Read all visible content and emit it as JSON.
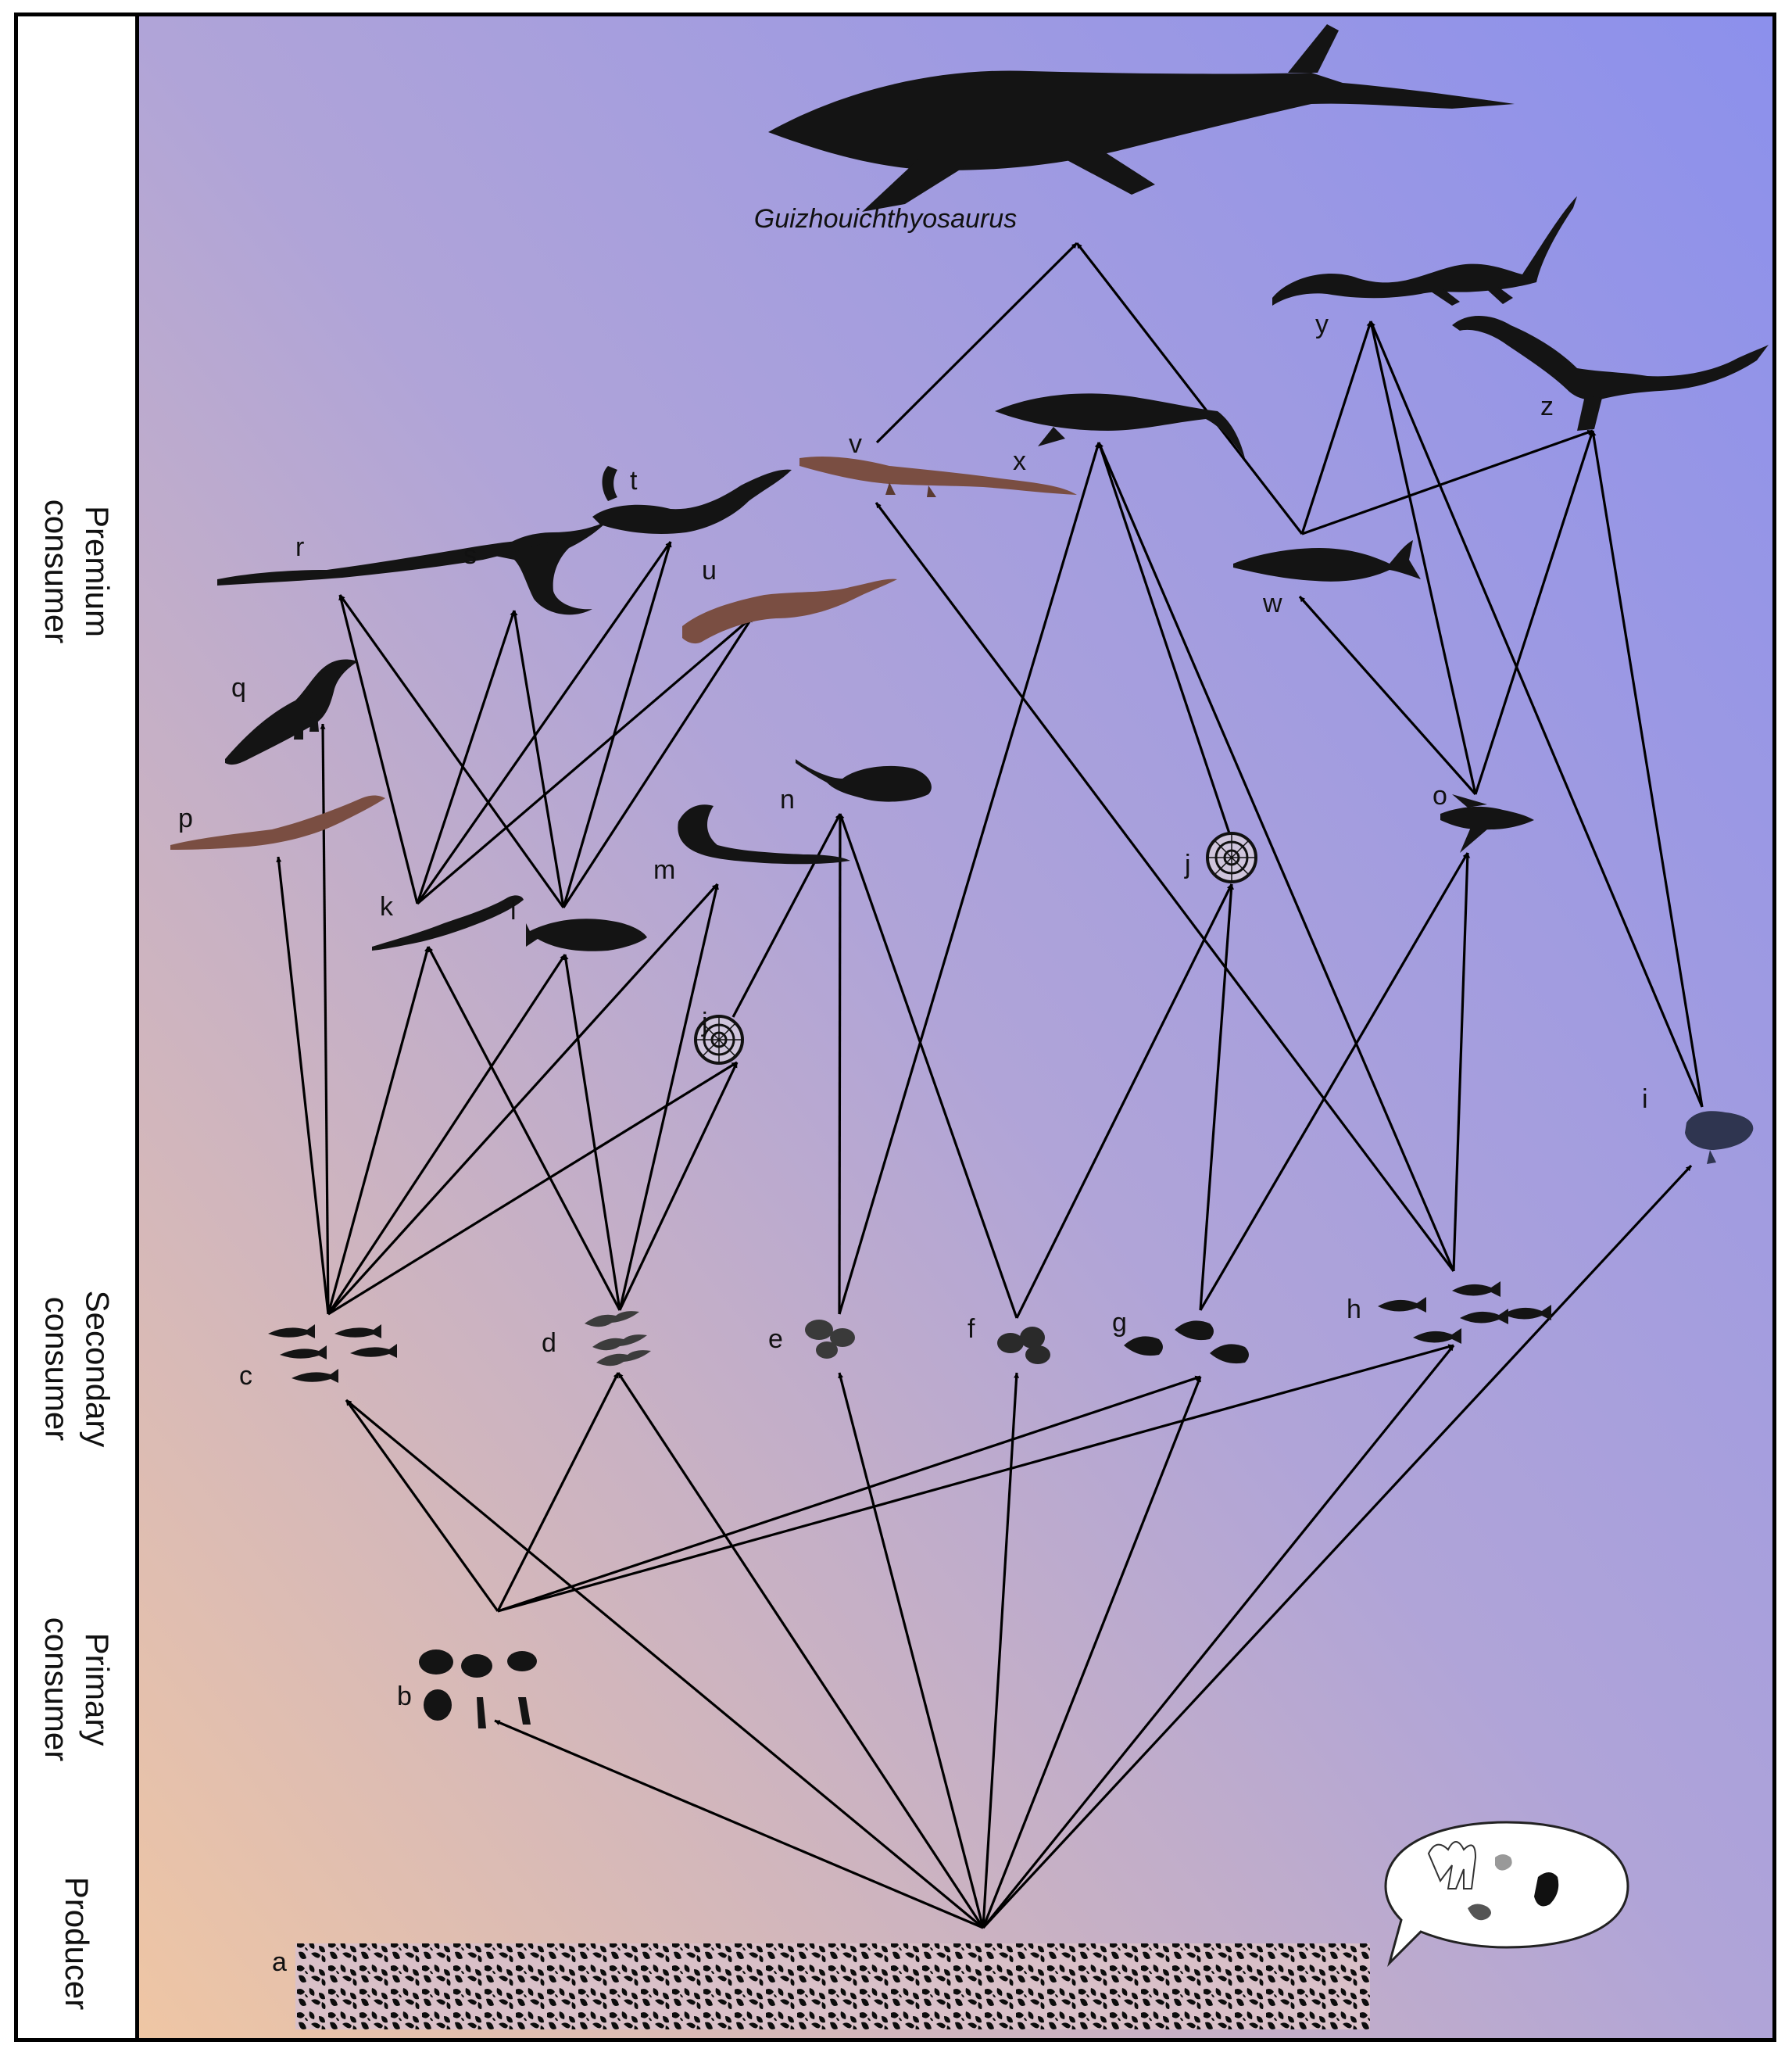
{
  "levels": [
    {
      "id": "premium",
      "label": "Premium\nconsumer"
    },
    {
      "id": "secondary",
      "label": "Secondary\nconsumer"
    },
    {
      "id": "primary",
      "label": "Primary\nconsumer"
    },
    {
      "id": "producer",
      "label": "Producer"
    }
  ],
  "apex": {
    "id": "G",
    "label": "Guizhouichthyosaurus"
  },
  "nodes": [
    {
      "id": "a",
      "label": "a"
    },
    {
      "id": "b",
      "label": "b"
    },
    {
      "id": "c",
      "label": "c"
    },
    {
      "id": "d",
      "label": "d"
    },
    {
      "id": "e",
      "label": "e"
    },
    {
      "id": "f",
      "label": "f"
    },
    {
      "id": "g",
      "label": "g"
    },
    {
      "id": "h",
      "label": "h"
    },
    {
      "id": "i",
      "label": "i"
    },
    {
      "id": "j1",
      "label": "j"
    },
    {
      "id": "j2",
      "label": "j"
    },
    {
      "id": "k",
      "label": "k"
    },
    {
      "id": "l",
      "label": "l"
    },
    {
      "id": "m",
      "label": "m"
    },
    {
      "id": "n",
      "label": "n"
    },
    {
      "id": "o",
      "label": "o"
    },
    {
      "id": "p",
      "label": "p"
    },
    {
      "id": "q",
      "label": "q"
    },
    {
      "id": "r",
      "label": "r"
    },
    {
      "id": "s",
      "label": "s"
    },
    {
      "id": "t",
      "label": "t"
    },
    {
      "id": "u",
      "label": "u"
    },
    {
      "id": "v",
      "label": "v"
    },
    {
      "id": "w",
      "label": "w"
    },
    {
      "id": "x",
      "label": "x"
    },
    {
      "id": "y",
      "label": "y"
    },
    {
      "id": "z",
      "label": "z"
    }
  ],
  "edges": [
    [
      "a",
      "b"
    ],
    [
      "a",
      "c"
    ],
    [
      "a",
      "d"
    ],
    [
      "a",
      "e"
    ],
    [
      "a",
      "f"
    ],
    [
      "a",
      "g"
    ],
    [
      "a",
      "h"
    ],
    [
      "a",
      "i"
    ],
    [
      "b",
      "c"
    ],
    [
      "b",
      "d"
    ],
    [
      "b",
      "g"
    ],
    [
      "b",
      "h"
    ],
    [
      "c",
      "p"
    ],
    [
      "c",
      "q"
    ],
    [
      "c",
      "k"
    ],
    [
      "c",
      "l"
    ],
    [
      "c",
      "m"
    ],
    [
      "c",
      "j1"
    ],
    [
      "d",
      "k"
    ],
    [
      "d",
      "l"
    ],
    [
      "d",
      "m"
    ],
    [
      "d",
      "j1"
    ],
    [
      "e",
      "n"
    ],
    [
      "e",
      "x"
    ],
    [
      "j1",
      "n"
    ],
    [
      "f",
      "n"
    ],
    [
      "f",
      "j2"
    ],
    [
      "g",
      "j2"
    ],
    [
      "g",
      "o"
    ],
    [
      "h",
      "v"
    ],
    [
      "h",
      "x"
    ],
    [
      "h",
      "o"
    ],
    [
      "i",
      "y"
    ],
    [
      "i",
      "z"
    ],
    [
      "k",
      "r"
    ],
    [
      "k",
      "s"
    ],
    [
      "k",
      "t"
    ],
    [
      "k",
      "u"
    ],
    [
      "l",
      "r"
    ],
    [
      "l",
      "s"
    ],
    [
      "l",
      "t"
    ],
    [
      "l",
      "u"
    ],
    [
      "j2",
      "x"
    ],
    [
      "o",
      "w"
    ],
    [
      "o",
      "y"
    ],
    [
      "o",
      "z"
    ],
    [
      "v",
      "G"
    ],
    [
      "w",
      "G"
    ],
    [
      "w",
      "y"
    ],
    [
      "w",
      "z"
    ]
  ],
  "colors": {
    "background_top_right": "#8c90ec",
    "background_mid": "#b0a4d8",
    "background_bottom_left": "#efc6a4",
    "silhouette": "#141414",
    "reptile_brown": "#7a4e42",
    "line": "#000000"
  }
}
